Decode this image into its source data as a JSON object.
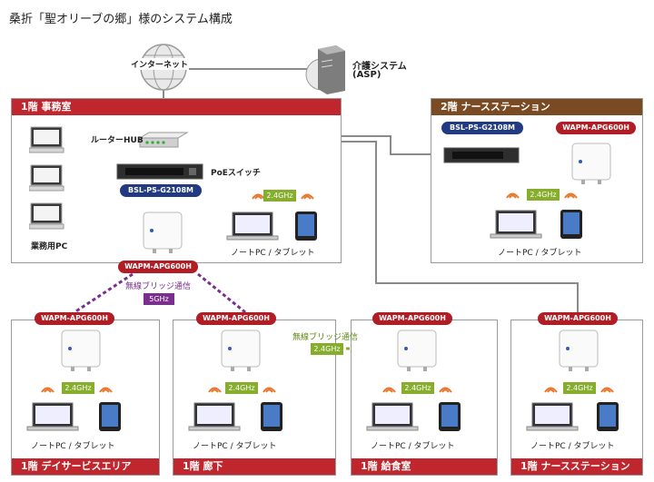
{
  "title": "桑折「聖オリーブの郷」様のシステム構成",
  "internet": {
    "label": "インターネット"
  },
  "asp": {
    "line1": "介護システム",
    "line2": "(ASP)"
  },
  "floor1_office": {
    "label": "1階 事務室"
  },
  "floor2_station": {
    "label": "2階 ナースステーション"
  },
  "router": {
    "label": "ルーターHUB"
  },
  "poe": {
    "label": "PoEスイッチ",
    "model": "BSL-PS-G2108M"
  },
  "floor2_switch": {
    "model": "BSL-PS-G2108M"
  },
  "ap_model": "WAPM-APG600H",
  "business_pc": "業務用PC",
  "band_24": "2.4GHz",
  "band_5": "5GHz",
  "bridge_label": "無線ブリッジ通信",
  "devices_label": "ノートPC / タブレット",
  "rooms": [
    {
      "label": "1階 デイサービスエリア"
    },
    {
      "label": "1階 廊下"
    },
    {
      "label": "1階 給食室"
    },
    {
      "label": "1階 ナースステーション"
    }
  ],
  "colors": {
    "header_red": "#c0262d",
    "header_brown": "#7a4a22",
    "navy": "#213a82",
    "green": "#86ad2c",
    "purple": "#7a2f8e"
  }
}
